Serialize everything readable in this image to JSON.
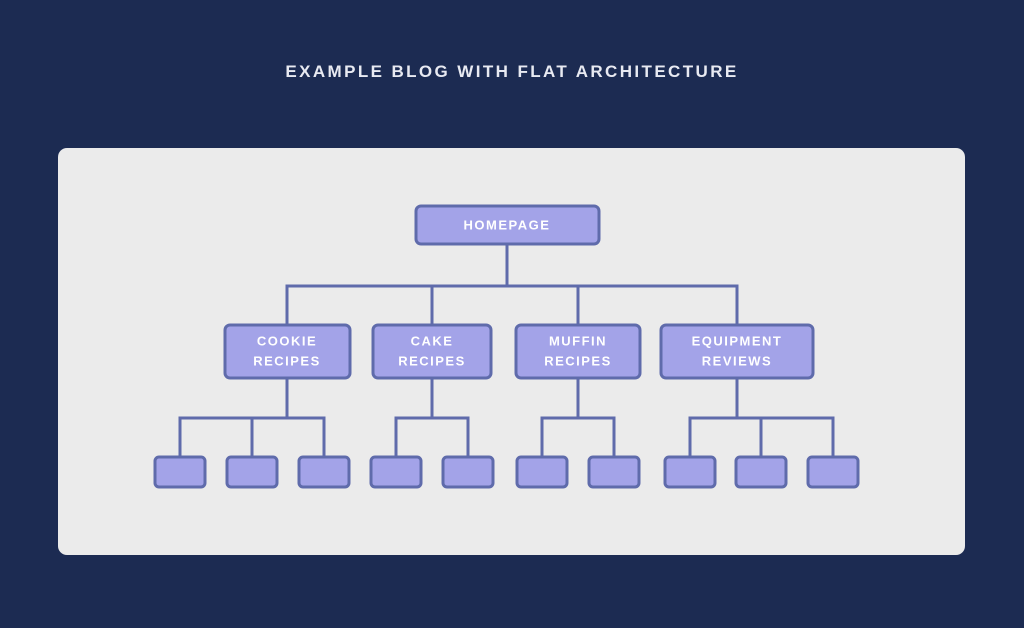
{
  "page": {
    "title": "EXAMPLE BLOG WITH FLAT ARCHITECTURE",
    "background_color": "#1c2b52",
    "panel_color": "#ebebeb",
    "title_color": "#e8eaf2"
  },
  "theme": {
    "node_fill": "#a3a3e8",
    "node_border": "#5f6bab",
    "node_text": "#ffffff",
    "connector_color": "#5f6bab"
  },
  "diagram": {
    "type": "tree",
    "orientation": "top-down",
    "levels": 3,
    "root": {
      "id": "homepage",
      "label": "HOMEPAGE",
      "lines": [
        "HOMEPAGE"
      ]
    },
    "sections": [
      {
        "id": "cookie-recipes",
        "label": "COOKIE RECIPES",
        "lines": [
          "COOKIE",
          "RECIPES"
        ],
        "leaf_count": 3
      },
      {
        "id": "cake-recipes",
        "label": "CAKE RECIPES",
        "lines": [
          "CAKE",
          "RECIPES"
        ],
        "leaf_count": 2
      },
      {
        "id": "muffin-recipes",
        "label": "MUFFIN RECIPES",
        "lines": [
          "MUFFIN",
          "RECIPES"
        ],
        "leaf_count": 2
      },
      {
        "id": "equipment-reviews",
        "label": "EQUIPMENT REVIEWS",
        "lines": [
          "EQUIPMENT",
          "REVIEWS"
        ],
        "leaf_count": 3
      }
    ],
    "leaf_nodes": [
      {
        "id": "leaf-cookie-1",
        "parent": "cookie-recipes",
        "label": ""
      },
      {
        "id": "leaf-cookie-2",
        "parent": "cookie-recipes",
        "label": ""
      },
      {
        "id": "leaf-cookie-3",
        "parent": "cookie-recipes",
        "label": ""
      },
      {
        "id": "leaf-cake-1",
        "parent": "cake-recipes",
        "label": ""
      },
      {
        "id": "leaf-cake-2",
        "parent": "cake-recipes",
        "label": ""
      },
      {
        "id": "leaf-muffin-1",
        "parent": "muffin-recipes",
        "label": ""
      },
      {
        "id": "leaf-muffin-2",
        "parent": "muffin-recipes",
        "label": ""
      },
      {
        "id": "leaf-equipment-1",
        "parent": "equipment-reviews",
        "label": ""
      },
      {
        "id": "leaf-equipment-2",
        "parent": "equipment-reviews",
        "label": ""
      },
      {
        "id": "leaf-equipment-3",
        "parent": "equipment-reviews",
        "label": ""
      }
    ],
    "total_leaf_nodes": 10
  }
}
